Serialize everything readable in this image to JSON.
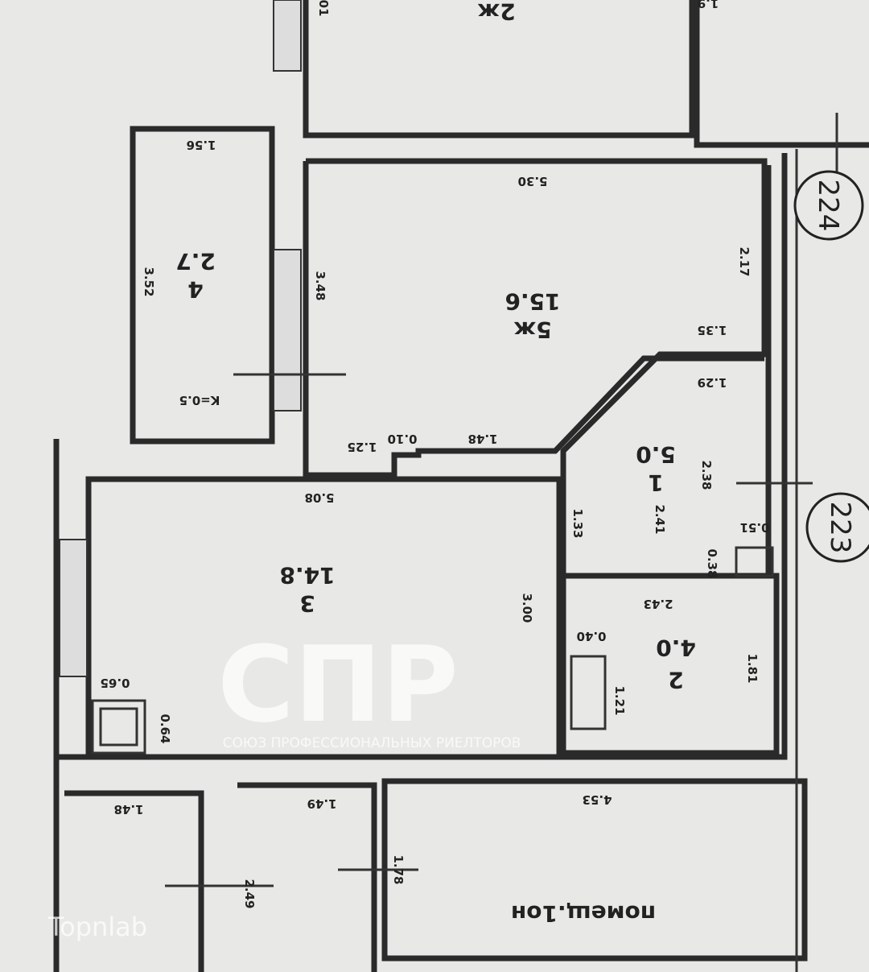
{
  "rooms": {
    "top_room": "2ж",
    "room4_name": "4",
    "room4_area": "2.7",
    "room5_name": "5ж",
    "room5_area": "15.6",
    "room1_name": "1",
    "room1_area": "5.0",
    "room3_name": "3",
    "room3_area": "14.8",
    "room2_name": "2",
    "room2_area": "4.0",
    "bottom_room": "помещ.1он"
  },
  "dimensions": {
    "d156": "1.56",
    "d530": "5.30",
    "d217": "2.17",
    "d352": "3.52",
    "d348": "3.48",
    "k": "K=0.5",
    "d135": "1.35",
    "d129": "1.29",
    "d148a": "1.48",
    "d125": "1.25",
    "d010": "0.10",
    "d508": "5.08",
    "d238": "2.38",
    "d241": "2.41",
    "d051": "0.51",
    "d038": "0.38",
    "d133": "1.33",
    "d300": "3.00",
    "d243": "2.43",
    "d040": "0.40",
    "d121": "1.21",
    "d181": "1.81",
    "d065": "0.65",
    "d064": "0.64",
    "d148b": "1.48",
    "d149": "1.49",
    "d453": "4.53",
    "d178": "1.78",
    "d249": "2.49",
    "d01": "01",
    "d19": "1.9"
  },
  "markers": {
    "m224": "224",
    "m223": "223"
  },
  "watermark": {
    "logo": "СПР",
    "caption": "СОЮЗ ПРОФЕССИОНАЛЬНЫХ РИЕЛТОРОВ",
    "brand": "Topnlab"
  }
}
